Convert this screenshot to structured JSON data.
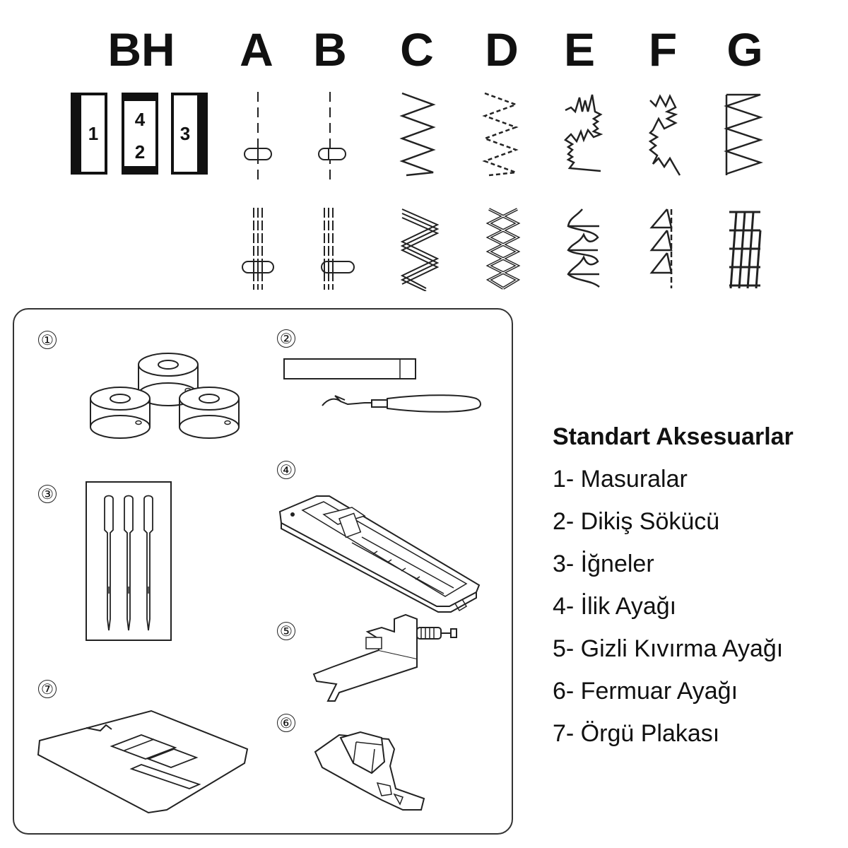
{
  "stitch_headers": [
    "BH",
    "A",
    "B",
    "C",
    "D",
    "E",
    "F",
    "G"
  ],
  "buttonhole_steps": [
    "1",
    "4",
    "2",
    "3"
  ],
  "accessory_markers": [
    "①",
    "②",
    "③",
    "④",
    "⑤",
    "⑥",
    "⑦"
  ],
  "legend": {
    "title": "Standart Aksesuarlar",
    "items": [
      "1- Masuralar",
      "2- Dikiş Sökücü",
      "3- İğneler",
      "4- İlik Ayağı",
      "5- Gizli Kıvırma Ayağı",
      "6- Fermuar Ayağı",
      "7- Örgü Plakası"
    ]
  },
  "line_color": "#222222"
}
